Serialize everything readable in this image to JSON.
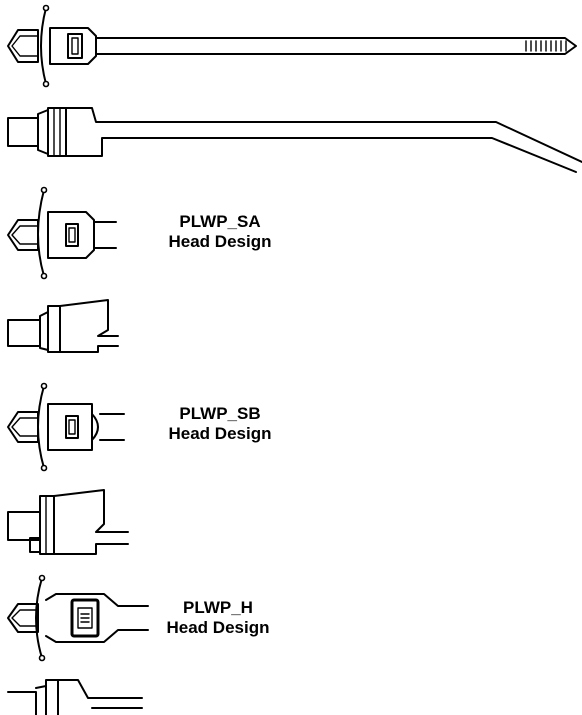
{
  "labels": {
    "sa": {
      "name": "PLWP_SA",
      "desc": "Head Design"
    },
    "sb": {
      "name": "PLWP_SB",
      "desc": "Head Design"
    },
    "h": {
      "name": "PLWP_H",
      "desc": "Head Design"
    }
  },
  "colors": {
    "line": "#000000",
    "background": "#ffffff"
  }
}
